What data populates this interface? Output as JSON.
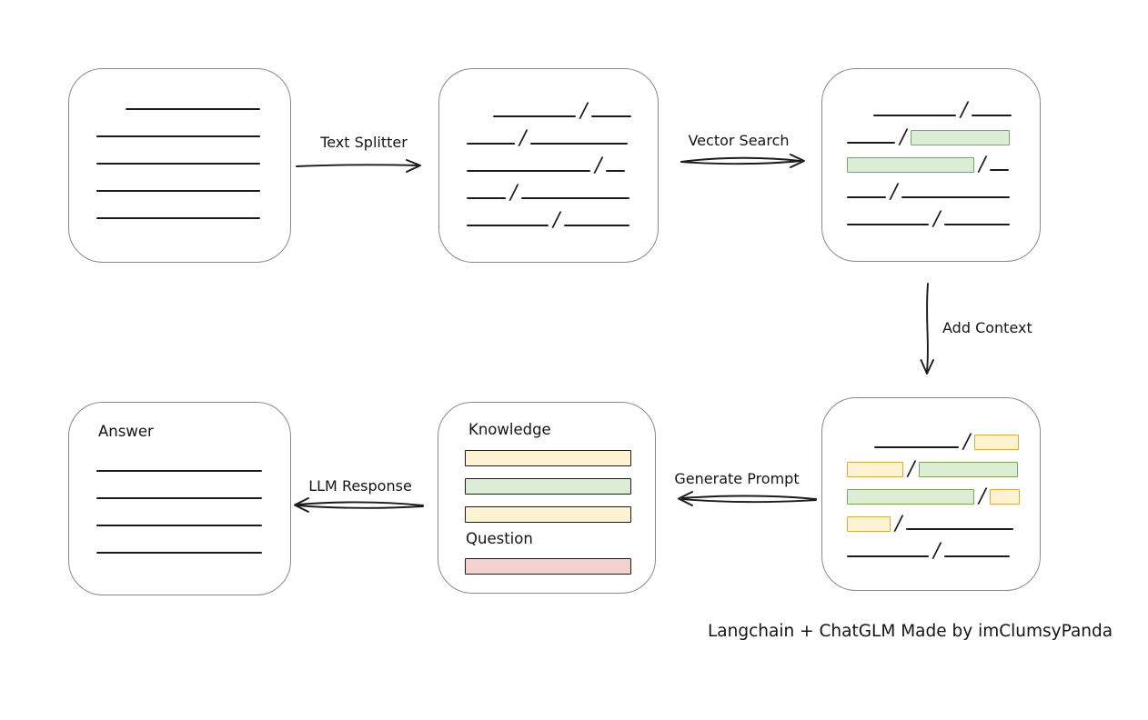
{
  "credit": "Langchain + ChatGLM Made by imClumsyPanda",
  "colors": {
    "box_border": "#8a8a8a",
    "stroke": "#1b1b1b",
    "green_fill": "#dcedd5",
    "green_border": "#76a85e",
    "yellow_fill": "#fdf2d2",
    "yellow_border": "#d9aa3c",
    "red_fill": "#f3d1cf",
    "red_border": "#bf5956"
  },
  "arrows": {
    "text_splitter": {
      "label": "Text Splitter",
      "direction": "right"
    },
    "vector_search": {
      "label": "Vector Search",
      "direction": "right"
    },
    "add_context": {
      "label": "Add Context",
      "direction": "down"
    },
    "generate_prompt": {
      "label": "Generate Prompt",
      "direction": "left"
    },
    "llm_response": {
      "label": "LLM Response",
      "direction": "left"
    }
  },
  "boxes": {
    "document": {
      "description": "source document with plain text lines",
      "rows": [
        [
          {
            "t": "gap",
            "w": 32
          },
          {
            "t": "line",
            "w": 148
          }
        ],
        [
          {
            "t": "line",
            "w": 180
          }
        ],
        [
          {
            "t": "line",
            "w": 180
          }
        ],
        [
          {
            "t": "line",
            "w": 180
          }
        ],
        [
          {
            "t": "line",
            "w": 180
          }
        ]
      ]
    },
    "chunks": {
      "description": "text split into chunks separated by slashes",
      "rows": [
        [
          {
            "t": "gap",
            "w": 29
          },
          {
            "t": "line",
            "w": 91
          },
          {
            "t": "slash"
          },
          {
            "t": "line",
            "w": 44
          }
        ],
        [
          {
            "t": "line",
            "w": 53
          },
          {
            "t": "slash"
          },
          {
            "t": "line",
            "w": 107
          }
        ],
        [
          {
            "t": "line",
            "w": 136
          },
          {
            "t": "slash"
          },
          {
            "t": "line",
            "w": 21
          }
        ],
        [
          {
            "t": "line",
            "w": 43
          },
          {
            "t": "slash"
          },
          {
            "t": "line",
            "w": 119
          }
        ],
        [
          {
            "t": "line",
            "w": 90
          },
          {
            "t": "slash"
          },
          {
            "t": "line",
            "w": 72
          }
        ]
      ]
    },
    "retrieved": {
      "description": "chunks with vector-search matches highlighted green",
      "rows": [
        [
          {
            "t": "gap",
            "w": 29
          },
          {
            "t": "line",
            "w": 91
          },
          {
            "t": "slash"
          },
          {
            "t": "line",
            "w": 44
          }
        ],
        [
          {
            "t": "line",
            "w": 53
          },
          {
            "t": "slash"
          },
          {
            "t": "chip",
            "c": "green",
            "w": 107
          }
        ],
        [
          {
            "t": "chip",
            "c": "green",
            "w": 138
          },
          {
            "t": "slash"
          },
          {
            "t": "line",
            "w": 21
          }
        ],
        [
          {
            "t": "line",
            "w": 43
          },
          {
            "t": "slash"
          },
          {
            "t": "line",
            "w": 119
          }
        ],
        [
          {
            "t": "line",
            "w": 90
          },
          {
            "t": "slash"
          },
          {
            "t": "line",
            "w": 72
          }
        ]
      ]
    },
    "context": {
      "description": "chunks with added context highlighted yellow around green matches",
      "rows": [
        [
          {
            "t": "gap",
            "w": 30
          },
          {
            "t": "line",
            "w": 93
          },
          {
            "t": "slash"
          },
          {
            "t": "chip",
            "c": "yellow",
            "w": 47
          }
        ],
        [
          {
            "t": "chip",
            "c": "yellow",
            "w": 60
          },
          {
            "t": "slash"
          },
          {
            "t": "chip",
            "c": "green",
            "w": 107
          }
        ],
        [
          {
            "t": "chip",
            "c": "green",
            "w": 138
          },
          {
            "t": "slash"
          },
          {
            "t": "chip",
            "c": "yellow",
            "w": 31
          }
        ],
        [
          {
            "t": "chip",
            "c": "yellow",
            "w": 46
          },
          {
            "t": "slash"
          },
          {
            "t": "line",
            "w": 118
          }
        ],
        [
          {
            "t": "line",
            "w": 90
          },
          {
            "t": "slash"
          },
          {
            "t": "line",
            "w": 72
          }
        ]
      ]
    },
    "prompt": {
      "knowledge_label": "Knowledge",
      "question_label": "Question",
      "knowledge_bars": [
        {
          "c": "yellow"
        },
        {
          "c": "green"
        },
        {
          "c": "yellow"
        }
      ],
      "question_bars": [
        {
          "c": "red"
        }
      ]
    },
    "answer": {
      "label": "Answer",
      "rows": [
        [
          {
            "t": "line",
            "w": 182
          }
        ],
        [
          {
            "t": "line",
            "w": 182
          }
        ],
        [
          {
            "t": "line",
            "w": 182
          }
        ],
        [
          {
            "t": "line",
            "w": 182
          }
        ]
      ]
    }
  }
}
